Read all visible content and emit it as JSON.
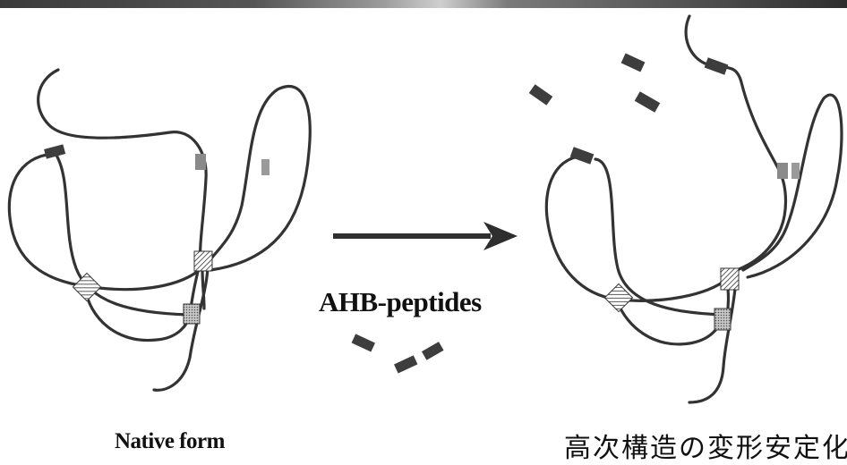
{
  "labels": {
    "reagent": "AHB-peptides",
    "left_caption": "Native form",
    "right_caption": "高次構造の変形安定化"
  },
  "colors": {
    "chain": "#333333",
    "peptide": "#3d3d3d",
    "marker_light": "#9a9a9a"
  },
  "icons": {
    "arrow": "right-arrow-icon",
    "peptide": "peptide-block-icon"
  }
}
